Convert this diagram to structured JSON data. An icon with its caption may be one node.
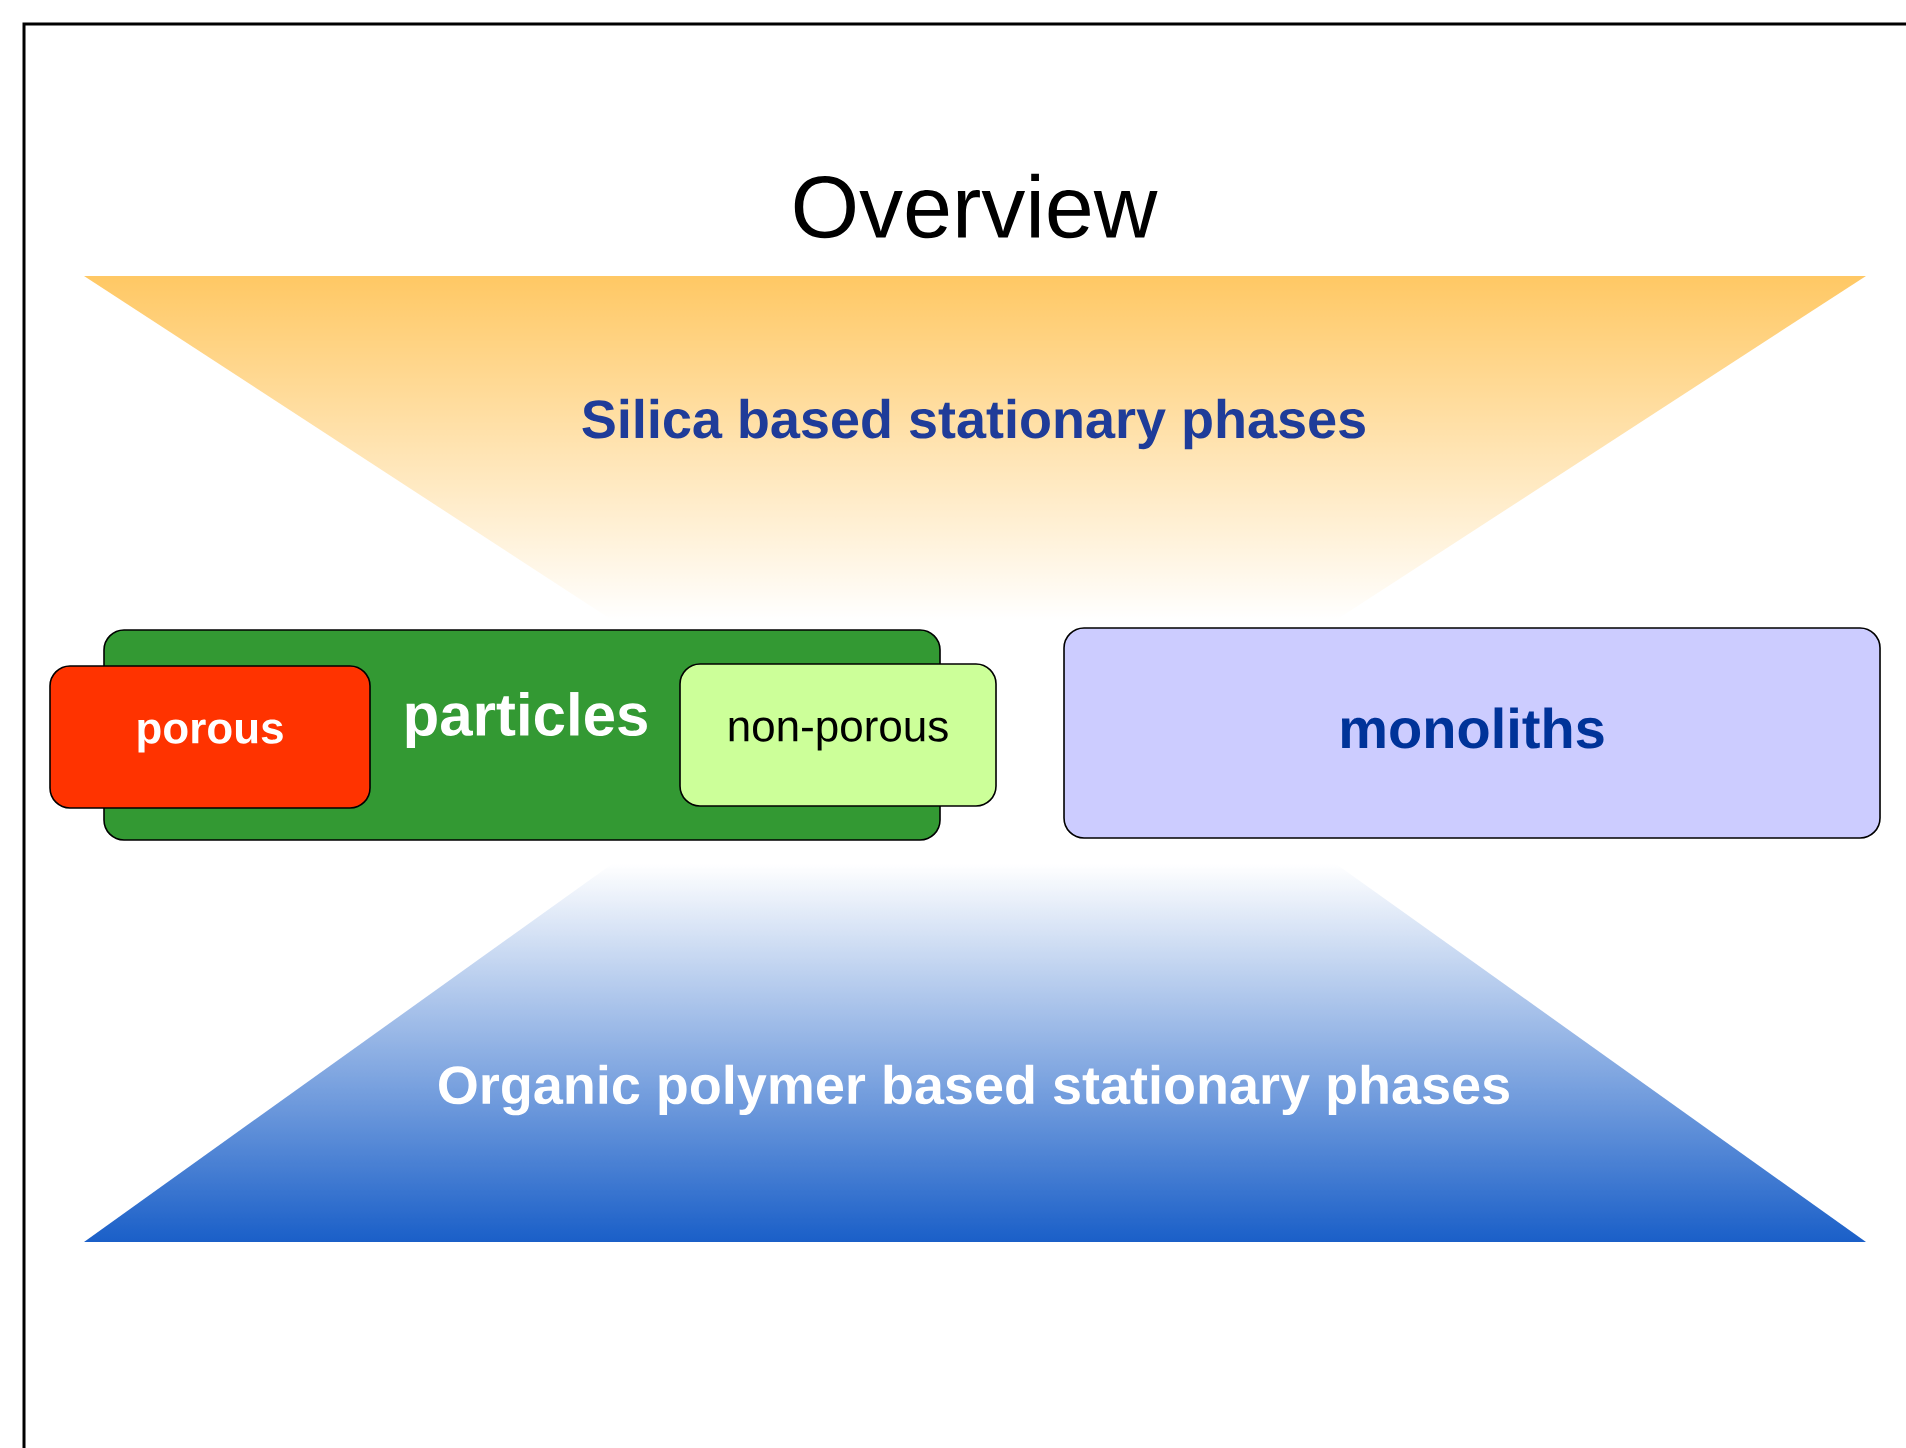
{
  "diagram": {
    "title": "Overview",
    "nodes": [
      {
        "text": [
          "Silica based stationary phases"
        ]
      },
      {
        "text": [
          "particles"
        ]
      },
      {
        "text": [
          "porous"
        ]
      },
      {
        "text": [
          "non-porous"
        ]
      },
      {
        "text": [
          "monoliths"
        ]
      },
      {
        "text": [
          "Organic polymer based stationary phases"
        ]
      }
    ]
  }
}
